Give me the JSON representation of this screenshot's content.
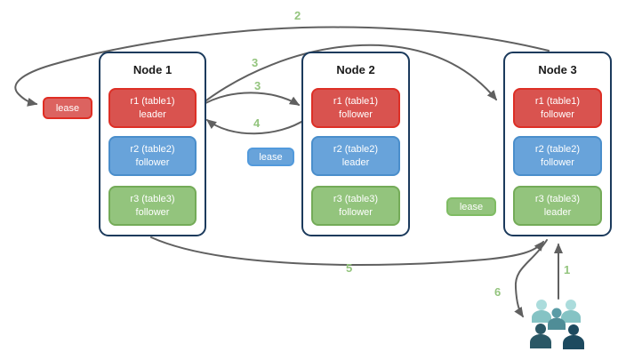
{
  "diagram": {
    "description": "Raft leaseholder replication diagram with three nodes",
    "nodes": [
      {
        "title": "Node 1",
        "replicas": [
          {
            "name": "r1 (table1)",
            "role": "leader",
            "color": "red"
          },
          {
            "name": "r2 (table2)",
            "role": "follower",
            "color": "blue"
          },
          {
            "name": "r3 (table3)",
            "role": "follower",
            "color": "green"
          }
        ]
      },
      {
        "title": "Node 2",
        "replicas": [
          {
            "name": "r1 (table1)",
            "role": "follower",
            "color": "red"
          },
          {
            "name": "r2 (table2)",
            "role": "leader",
            "color": "blue"
          },
          {
            "name": "r3 (table3)",
            "role": "follower",
            "color": "green"
          }
        ]
      },
      {
        "title": "Node 3",
        "replicas": [
          {
            "name": "r1 (table1)",
            "role": "follower",
            "color": "red"
          },
          {
            "name": "r2 (table2)",
            "role": "follower",
            "color": "blue"
          },
          {
            "name": "r3 (table3)",
            "role": "leader",
            "color": "green"
          }
        ]
      }
    ],
    "leases": [
      {
        "label": "lease",
        "color": "red"
      },
      {
        "label": "lease",
        "color": "blue"
      },
      {
        "label": "lease",
        "color": "green"
      }
    ],
    "steps": {
      "s1": "1",
      "s2": "2",
      "s3a": "3",
      "s3b": "3",
      "s4": "4",
      "s5": "5",
      "s6": "6"
    },
    "icons": {
      "users": "users-icon"
    },
    "colors": {
      "red_fill": "#d9534f",
      "red_border": "#dd2f26",
      "blue_fill": "#68a3da",
      "blue_border": "#4a8ecb",
      "green_fill": "#93c47d",
      "green_border": "#74ab58",
      "node_border": "#1b3a5c",
      "arrow": "#606060",
      "step_label": "#93c47d",
      "people_light_head": "#abdcdc",
      "people_light_body": "#85c3c4",
      "people_mid_head": "#5a9ca6",
      "people_mid_body": "#4f8d97",
      "people_dark": "#2b5866",
      "people_darker": "#1d4a5f"
    }
  }
}
